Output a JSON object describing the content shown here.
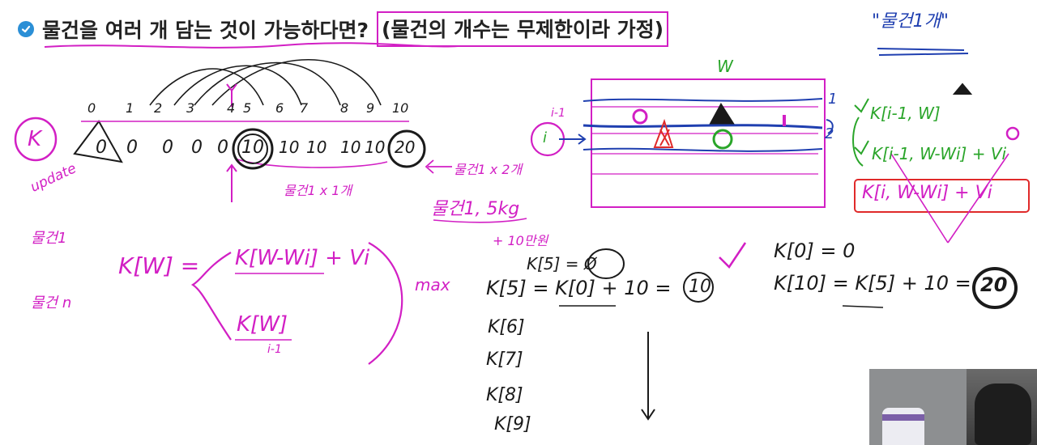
{
  "slide": {
    "title_prefix": "물건을 여러 개 담는 것이 가능하다면?",
    "title_boxed": "(물건의 개수는 무제한이라 가정)"
  },
  "annotations": {
    "top_right_note": "\"물건1개\"",
    "k_circle": "K",
    "update": "update",
    "item1": "물건1",
    "item_n": "물건 n",
    "index_row": [
      "0",
      "1",
      "2",
      "3",
      "4",
      "5",
      "6",
      "7",
      "8",
      "9",
      "10"
    ],
    "value_row": [
      "0",
      "0",
      "0",
      "0",
      "0",
      "10",
      "10",
      "10",
      "10",
      "10",
      "20"
    ],
    "item_1x1": "물건1 x 1개",
    "item_1x2": "물건1 x 2개",
    "item_weight": "물건1, 5kg",
    "item_value": "+ 10만원",
    "formula_lhs": "K[W] =",
    "formula_top": "K[W-Wi] + Vi",
    "formula_bottom": "K[W]",
    "formula_bottom_sub": "i-1",
    "formula_max": "max",
    "k5_zero": "K[5] = Ø",
    "k5_eq": "K[5] = K[0] + 10 =",
    "k5_val": "10",
    "k6": "K[6]",
    "k7": "K[7]",
    "k8": "K[8]",
    "k9": "K[9]",
    "k0_eq": "K[0] = 0",
    "k10_eq": "K[10] = K[5] + 10 =",
    "k10_val": "20",
    "table_w": "W",
    "table_row_label": "i-1",
    "table_circle": "i",
    "table_right_1": "1",
    "table_right_2": "2",
    "right_k1": "K[i-1, W]",
    "right_k2": "K[i-1, W-Wi] + Vi",
    "right_k3": "K[i, W-Wi] + Vi"
  },
  "colors": {
    "magenta": "#d21fc4",
    "black": "#1a1a1a",
    "blue": "#1f3fb0",
    "green": "#2aa52a",
    "red": "#e02a2a",
    "bullet": "#2b8fd6"
  }
}
